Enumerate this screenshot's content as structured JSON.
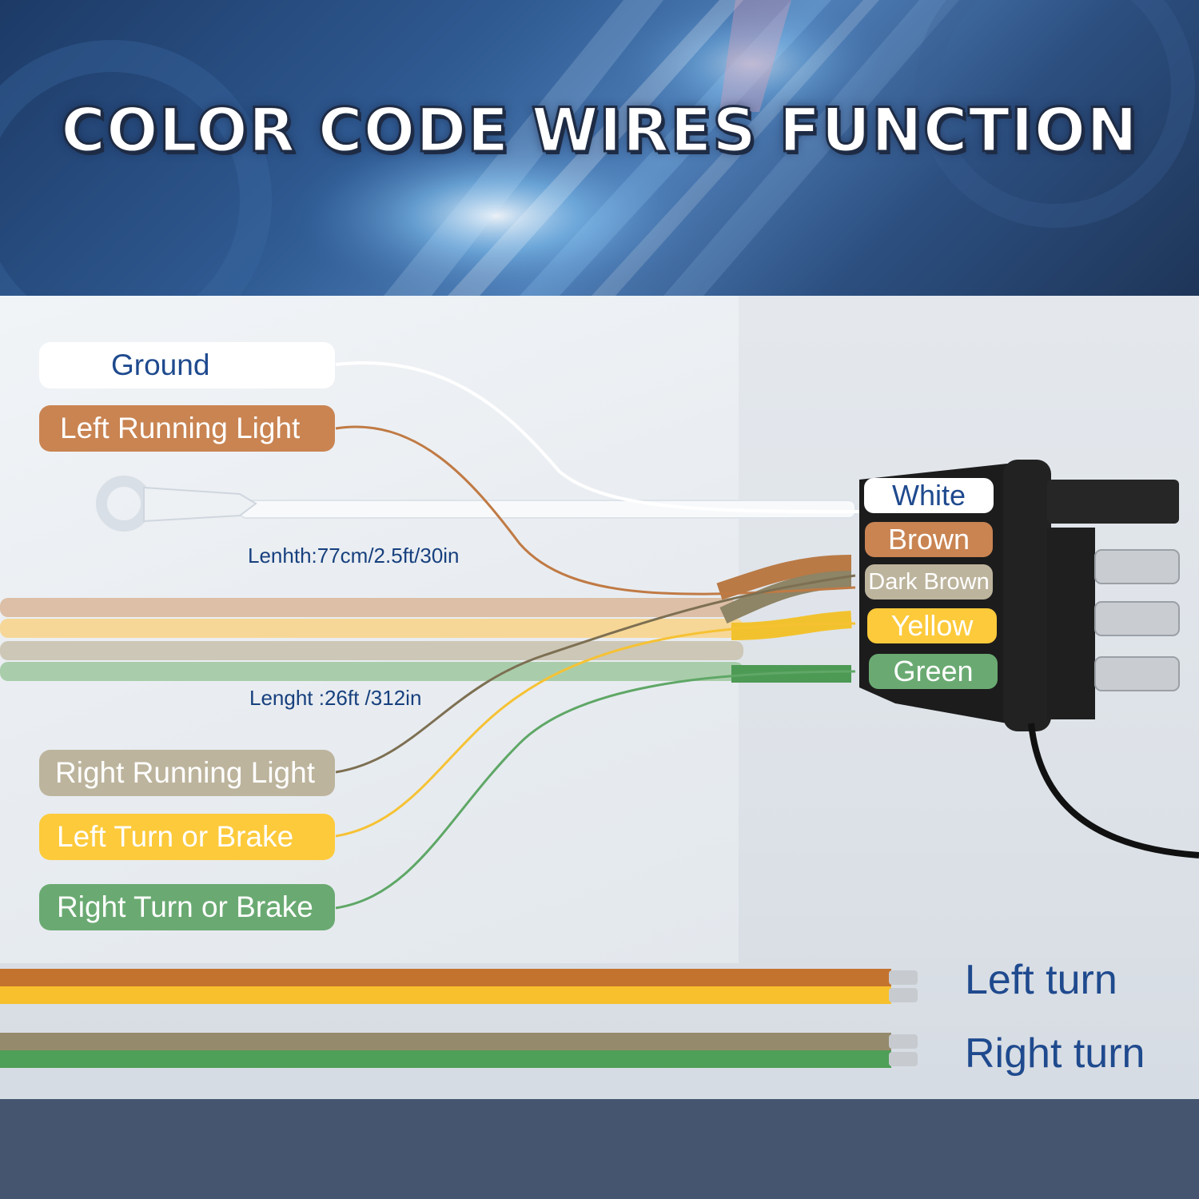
{
  "headline": "COLOR CODE WIRES FUNCTION",
  "functions": [
    {
      "label": "Ground",
      "bg": "#ffffff",
      "fg": "#1f4a8e",
      "wire": "#ffffff"
    },
    {
      "label": "Left Running Light",
      "bg": "#c98452",
      "fg": "#ffffff",
      "wire": "#c07a44"
    },
    {
      "label": "Right Running Light",
      "bg": "#bdb49d",
      "fg": "#ffffff",
      "wire": "#8a7a5a"
    },
    {
      "label": "Left Turn or Brake",
      "bg": "#fdca3b",
      "fg": "#ffffff",
      "wire": "#f6c234"
    },
    {
      "label": "Right Turn or Brake",
      "bg": "#6aaa72",
      "fg": "#ffffff",
      "wire": "#5fa766"
    }
  ],
  "connector_tags": [
    {
      "label": "White",
      "bg": "#ffffff",
      "fg": "#1f4a8e"
    },
    {
      "label": "Brown",
      "bg": "#c98452",
      "fg": "#ffffff"
    },
    {
      "label": "Dark Brown",
      "bg": "#bdb49d",
      "fg": "#ffffff"
    },
    {
      "label": "Yellow",
      "bg": "#fdca3b",
      "fg": "#ffffff"
    },
    {
      "label": "Green",
      "bg": "#6aaa72",
      "fg": "#ffffff"
    }
  ],
  "lengths": {
    "ground": "Lenhth:77cm/2.5ft/30in",
    "main": "Lenght :26ft /312in"
  },
  "turns": {
    "left": "Left turn",
    "right": "Right turn"
  },
  "colors": {
    "banner": "#2f5a92",
    "panel": "#e4e8ed",
    "footer": "#45556f",
    "connector": "#1a1a1a"
  }
}
